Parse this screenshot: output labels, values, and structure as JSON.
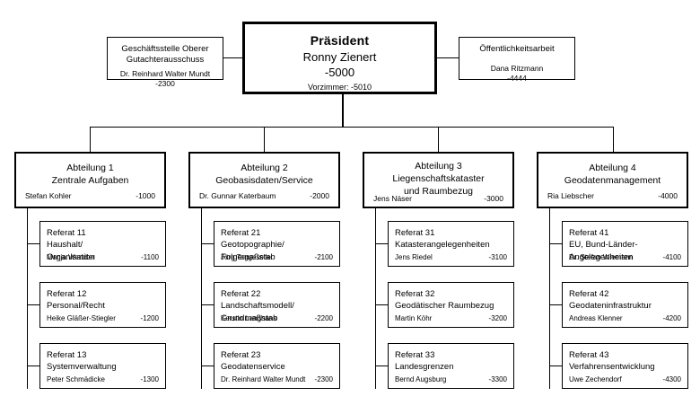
{
  "president": {
    "title": "Präsident",
    "name": "Ronny Zienert",
    "extension": "-5000",
    "secretariat": "Vorzimmer:  -5010"
  },
  "aux_left": {
    "title_line1": "Geschäftsstelle Oberer",
    "title_line2": "Gutachterausschuss",
    "name": "Dr. Reinhard Walter Mundt",
    "extension": "-2300"
  },
  "aux_right": {
    "title_line1": "Öffentlichkeitsarbeit",
    "name": "Dana Ritzmann",
    "extension": "-4444"
  },
  "departments": [
    {
      "number": "Abteilung 1",
      "title_line1": "Zentrale Aufgaben",
      "title_line2": "",
      "head": "Stefan Kohler",
      "extension": "-1000",
      "units": [
        {
          "number": "Referat 11",
          "title_line1": "Haushalt/",
          "title_line2": "Organisation",
          "head": "Manja Wendler",
          "extension": "-1100"
        },
        {
          "number": "Referat 12",
          "title_line1": "Personal/Recht",
          "title_line2": "",
          "head": "Heike Gläßer-Stiegler",
          "extension": "-1200"
        },
        {
          "number": "Referat 13",
          "title_line1": "Systemverwaltung",
          "title_line2": "",
          "head": "Peter Schmädicke",
          "extension": "-1300"
        }
      ]
    },
    {
      "number": "Abteilung 2",
      "title_line1": "Geobasisdaten/Service",
      "title_line2": "",
      "head": "Dr. Gunnar Katerbaum",
      "extension": "-2000",
      "units": [
        {
          "number": "Referat 21",
          "title_line1": "Geotopographie/",
          "title_line2": "Folgemaßstab",
          "head": "Jörg Taggeselle",
          "extension": "-2100"
        },
        {
          "number": "Referat 22",
          "title_line1": "Landschaftsmodell/",
          "title_line2": "Grundmaßstab",
          "head": "Kerstin Langhans",
          "extension": "-2200"
        },
        {
          "number": "Referat 23",
          "title_line1": "Geodatenservice",
          "title_line2": "",
          "head": "Dr. Reinhard Walter Mundt",
          "extension": "-2300"
        }
      ]
    },
    {
      "number": "Abteilung 3",
      "title_line1": "Liegenschaftskataster",
      "title_line2": "und Raumbezug",
      "head": "Jens Näser",
      "extension": "-3000",
      "units": [
        {
          "number": "Referat 31",
          "title_line1": "Katasterangelegenheiten",
          "title_line2": "",
          "head": "Jens Riedel",
          "extension": "-3100"
        },
        {
          "number": "Referat 32",
          "title_line1": "Geodätischer Raumbezug",
          "title_line2": "",
          "head": "Martin Köhr",
          "extension": "-3200"
        },
        {
          "number": "Referat 33",
          "title_line1": "Landesgrenzen",
          "title_line2": "",
          "head": "Bernd Augsburg",
          "extension": "-3300"
        }
      ]
    },
    {
      "number": "Abteilung 4",
      "title_line1": "Geodatenmanagement",
      "title_line2": "",
      "head": "Ria Liebscher",
      "extension": "-4000",
      "units": [
        {
          "number": "Referat 41",
          "title_line1": "EU, Bund-Länder-",
          "title_line2": "Angelegenheiten",
          "head": "Dr. Stefan Wiemann",
          "extension": "-4100"
        },
        {
          "number": "Referat 42",
          "title_line1": "Geodateninfrastruktur",
          "title_line2": "",
          "head": "Andreas Klenner",
          "extension": "-4200"
        },
        {
          "number": "Referat 43",
          "title_line1": "Verfahrensentwicklung",
          "title_line2": "",
          "head": "Uwe Zechendorf",
          "extension": "-4300"
        }
      ]
    }
  ],
  "colors": {
    "background": "#ffffff",
    "border": "#000000",
    "text": "#000000"
  }
}
